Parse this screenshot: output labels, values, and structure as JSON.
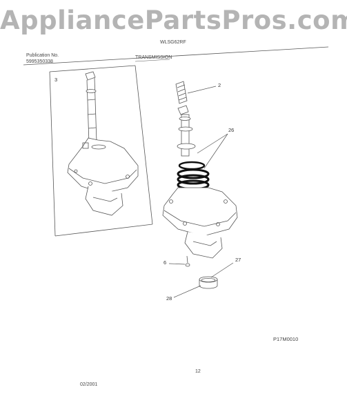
{
  "watermark": "AppliancePartsPros.com",
  "header": {
    "model": "WLSG62RF",
    "publication_label": "Publication No.",
    "publication_number": "5995350338",
    "section_title": "TRANSMISSION"
  },
  "callouts": {
    "inset_3": "3",
    "part_2": "2",
    "part_26": "26",
    "part_6": "6",
    "part_27": "27",
    "part_28": "28"
  },
  "footer": {
    "diagram_code": "P17M0010",
    "page_number": "12",
    "date": "02/2001"
  },
  "colors": {
    "line": "#555555",
    "seal": "#111111",
    "watermark": "#b4b4b4"
  }
}
